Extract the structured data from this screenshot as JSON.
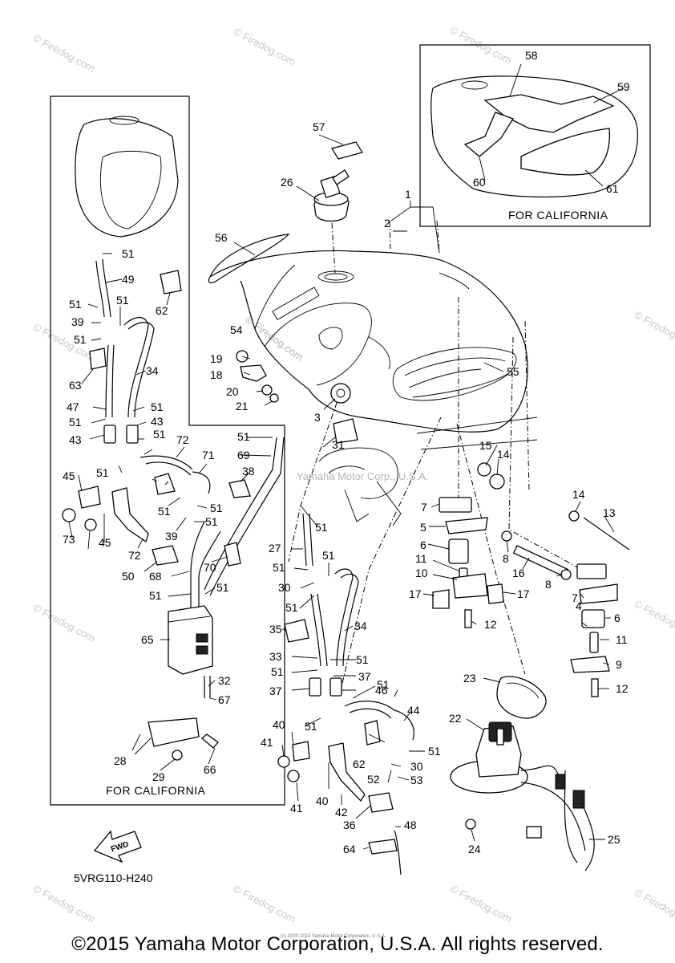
{
  "part_numbers": [
    "1",
    "2",
    "3",
    "4",
    "5",
    "6",
    "6",
    "7",
    "7",
    "8",
    "8",
    "9",
    "10",
    "11",
    "11",
    "12",
    "12",
    "13",
    "14",
    "14",
    "15",
    "16",
    "17",
    "17",
    "18",
    "19",
    "20",
    "21",
    "22",
    "23",
    "24",
    "25",
    "26",
    "27",
    "28",
    "29",
    "30",
    "30",
    "31",
    "32",
    "33",
    "34",
    "34",
    "35",
    "36",
    "37",
    "37",
    "38",
    "39",
    "39",
    "40",
    "40",
    "41",
    "41",
    "42",
    "43",
    "43",
    "44",
    "45",
    "45",
    "46",
    "47",
    "48",
    "49",
    "50",
    "51",
    "51",
    "51",
    "51",
    "51",
    "51",
    "51",
    "51",
    "51",
    "51",
    "51",
    "51",
    "51",
    "51",
    "51",
    "51",
    "51",
    "51",
    "51",
    "51",
    "51",
    "51",
    "51",
    "52",
    "53",
    "54",
    "55",
    "56",
    "57",
    "58",
    "59",
    "60",
    "61",
    "62",
    "62",
    "63",
    "64",
    "65",
    "66",
    "67",
    "68",
    "69",
    "70",
    "71",
    "72",
    "72",
    "73"
  ],
  "labels": {
    "california_left": "FOR CALIFORNIA",
    "california_right": "FOR CALIFORNIA",
    "fwd": "FWD",
    "diagram_code": "5VRG110-H240",
    "copyright": "©2015 Yamaha Motor Corporation, U.S.A. All rights reserved.",
    "watermark_center": "Yamaha Motor Corp., U.S.A.",
    "watermark_firedog": "© Firedog.com",
    "tiny_footer": "(c) 2000-2015 Yamaha Motor Corporation, U.S.A."
  }
}
